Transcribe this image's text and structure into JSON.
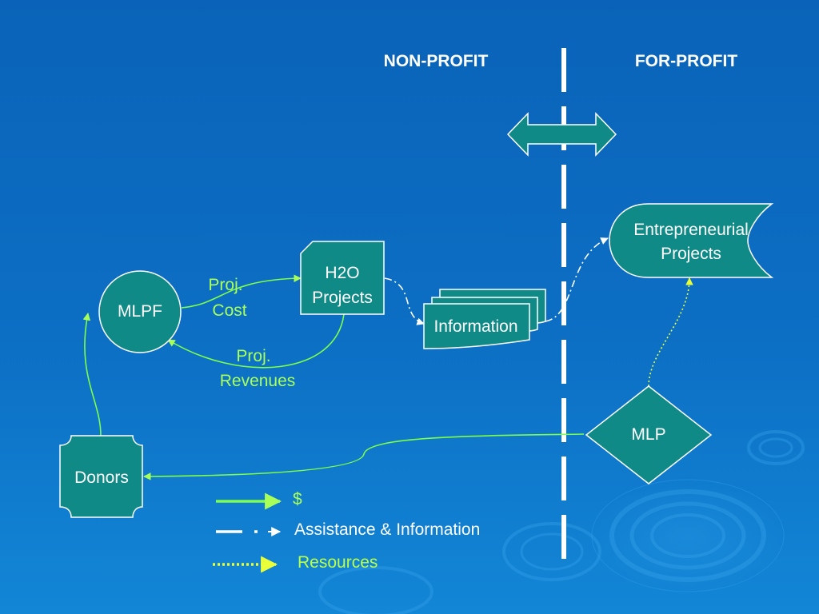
{
  "headers": {
    "left": "NON-PROFIT",
    "right": "FOR-PROFIT"
  },
  "nodes": {
    "mlpf": "MLPF",
    "h2o_line1": "H2O",
    "h2o_line2": "Projects",
    "information": "Information",
    "entrepreneurial_line1": "Entrepreneurial",
    "entrepreneurial_line2": "Projects",
    "mlp": "MLP",
    "donors": "Donors"
  },
  "edge_labels": {
    "proj_cost_line1": "Proj.",
    "proj_cost_line2": "Cost",
    "proj_revenues_line1": "Proj.",
    "proj_revenues_line2": "Revenues"
  },
  "legend": {
    "money": "$",
    "assistance": "Assistance & Information",
    "resources": "Resources"
  },
  "colors": {
    "background": "#0c6fc4",
    "node_fill": "#0f8a86",
    "node_stroke": "#ffffff",
    "money_line": "#7dff4a",
    "assistance_line": "#ffffff",
    "resources_line": "#e8ff3a"
  }
}
